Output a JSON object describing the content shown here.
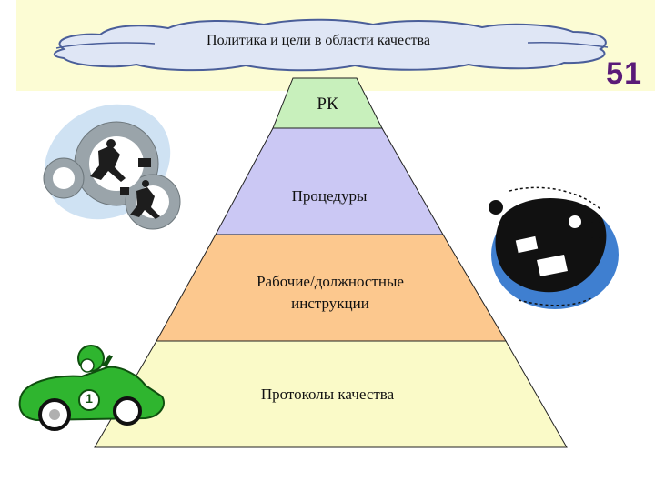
{
  "header": {
    "banner_text": "Политика и цели в области качества",
    "page_number": "51"
  },
  "pyramid": {
    "levels": [
      {
        "label": "РК",
        "color": "#c8f0bc"
      },
      {
        "label": "Процедуры",
        "color": "#cbc8f4"
      },
      {
        "label": "Рабочие/должностные инструкции",
        "color": "#fcc88e"
      },
      {
        "label": "Протоколы качества",
        "color": "#fafac8"
      }
    ]
  },
  "car": {
    "number": "1"
  },
  "colors": {
    "banner_fill": "#dfe6f5",
    "band": "#fcfcd4",
    "page_number": "#5a1a78",
    "car_green": "#2fb52f"
  },
  "clipart": {
    "left": "gears-running-businessmen-icon",
    "right": "busy-businessman-phones-icon",
    "bottom": "race-car-driver-icon"
  }
}
